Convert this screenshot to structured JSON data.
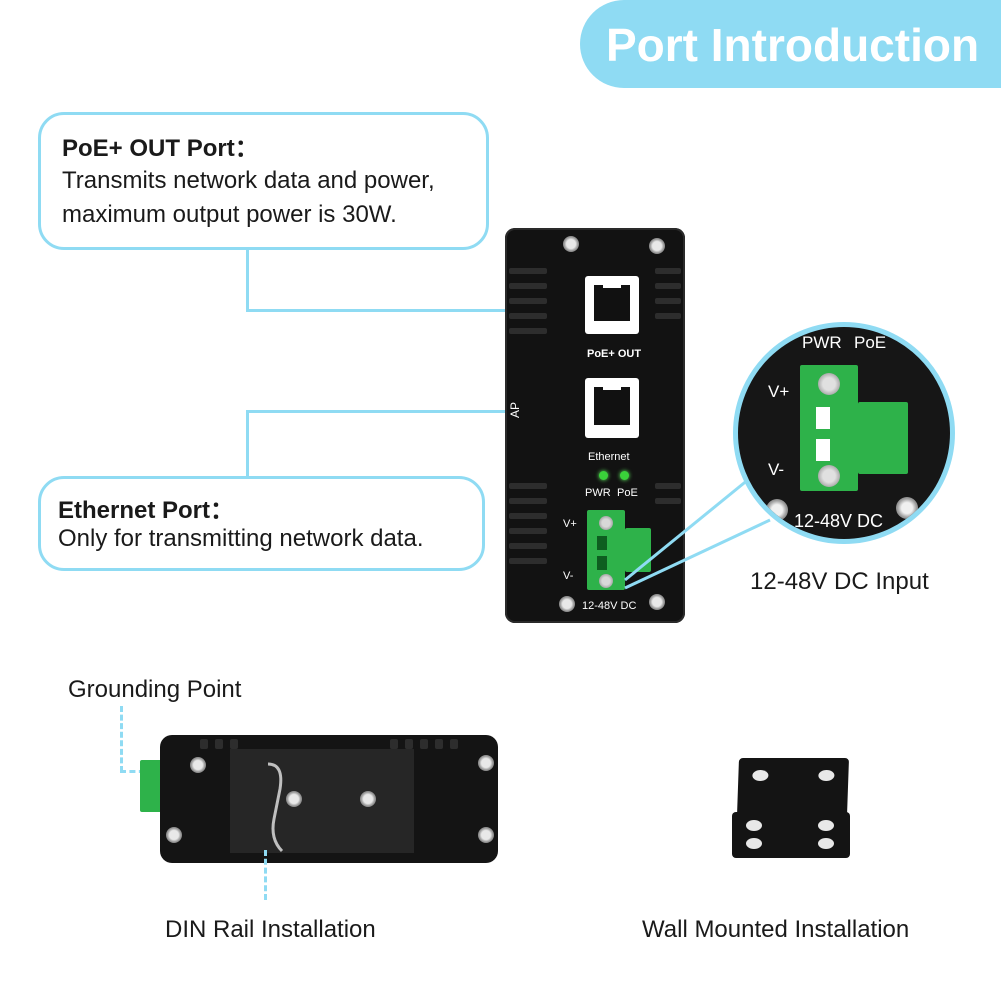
{
  "header": {
    "title": "Port Introduction"
  },
  "poe_out": {
    "title": "PoE+ OUT Port：",
    "line1": "Transmits network data and power,",
    "line2": "maximum output power is 30W."
  },
  "ethernet": {
    "title": "Ethernet Port：",
    "line1": "Only for transmitting network data."
  },
  "device": {
    "brand": "AP",
    "port1_label": "PoE+ OUT",
    "port2_label": "Ethernet",
    "led1": "PWR",
    "led2": "PoE",
    "vplus": "V+",
    "vminus": "V-",
    "dc_label": "12-48V DC"
  },
  "zoom": {
    "pwr": "PWR",
    "poe": "PoE",
    "vplus": "V+",
    "vminus": "V-",
    "dc": "12-48V DC"
  },
  "captions": {
    "dc_input": "12-48V DC Input",
    "grounding": "Grounding Point",
    "din_rail": "DIN Rail Installation",
    "wall": "Wall Mounted Installation"
  },
  "colors": {
    "accent": "#8fdbf3",
    "terminal": "#2eb24a",
    "led": "#3ad13a"
  }
}
